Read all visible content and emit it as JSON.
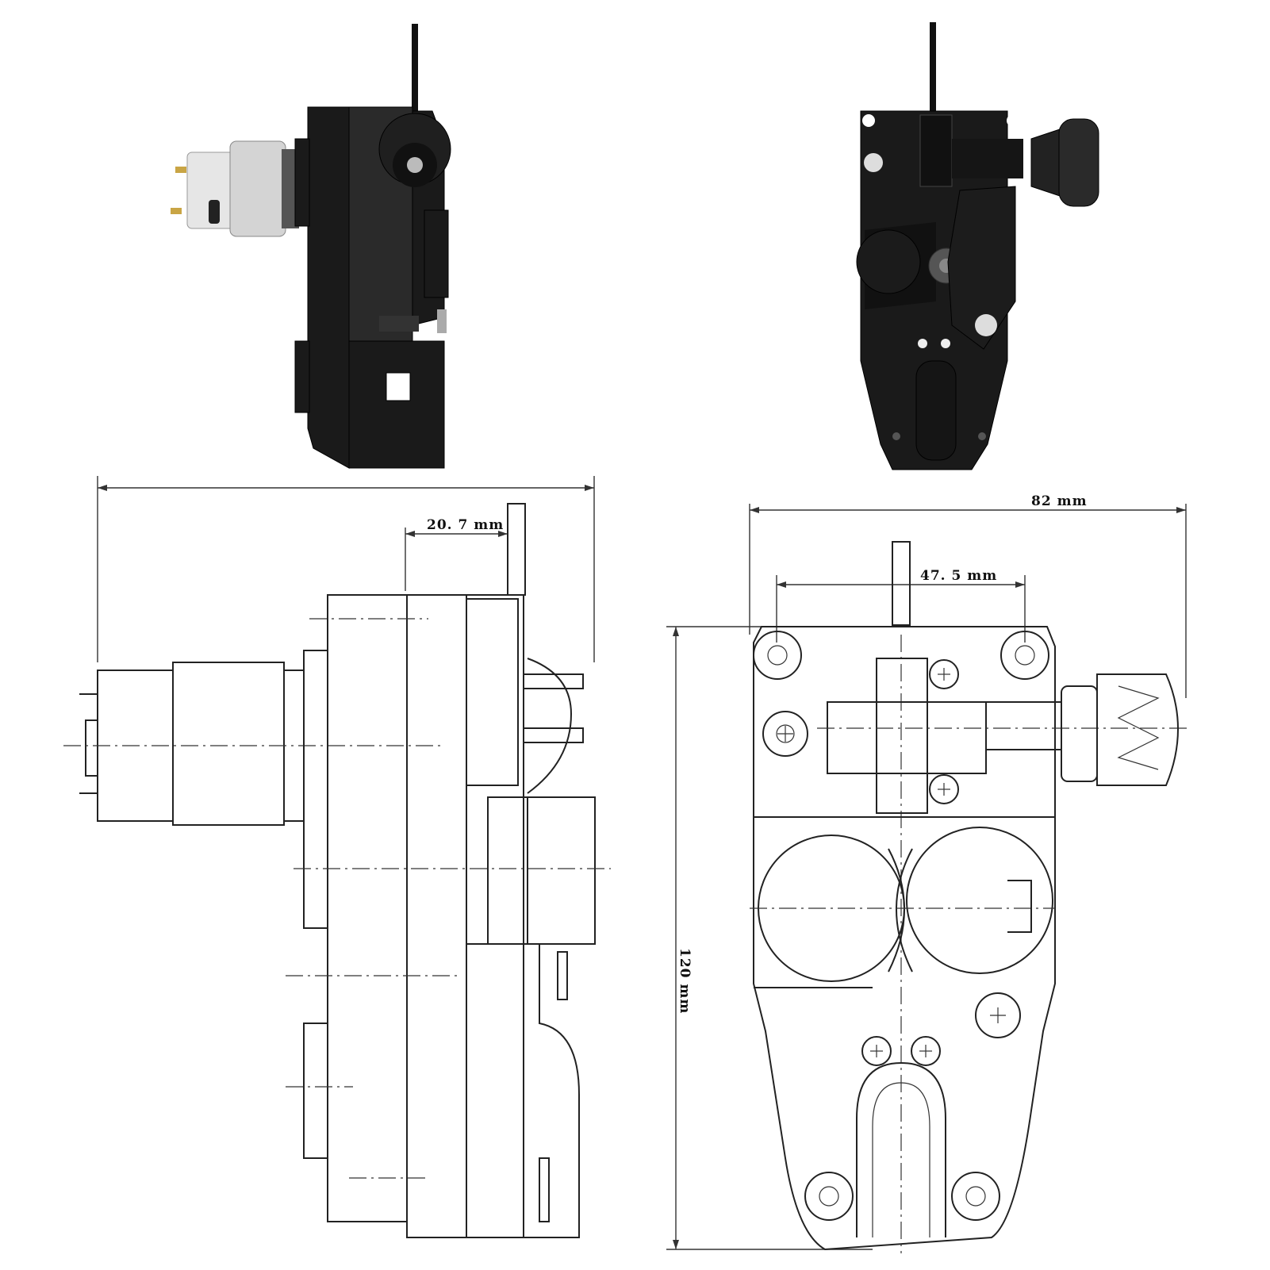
{
  "dimensions": {
    "side_overall_width": "",
    "side_offset": "20. 7 mm",
    "front_width": "82 mm",
    "front_hole_spacing": "47. 5 mm",
    "front_height": "120 mm"
  },
  "photos": {
    "side_view": "photo of wire feeder side view with DC motor",
    "front_view": "photo of wire feeder front view with drive roll and tension knob"
  },
  "colors": {
    "body": "#1a1a1a",
    "motor": "#d9d9d9",
    "line": "#222222"
  }
}
